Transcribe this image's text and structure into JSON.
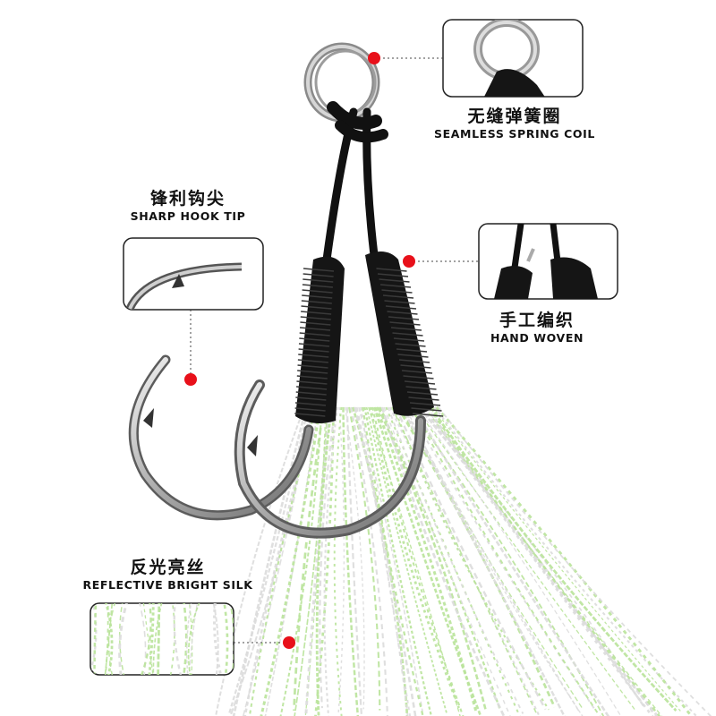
{
  "callouts": {
    "spring_coil": {
      "zh": "无缝弹簧圈",
      "en": "SEAMLESS SPRING COIL"
    },
    "hook_tip": {
      "zh": "锋利钩尖",
      "en": "SHARP HOOK TIP"
    },
    "hand_woven": {
      "zh": "手工编织",
      "en": "HAND WOVEN"
    },
    "bright_silk": {
      "zh": "反光亮丝",
      "en": "REFLECTIVE BRIGHT SILK"
    }
  },
  "colors": {
    "background": "#ffffff",
    "marker": "#e8101a",
    "frame": "#222222",
    "thread": "#111111",
    "steel": "#b8b8b8",
    "flash_green": "#b9e39a",
    "flash_silver": "#dcdcdc"
  }
}
